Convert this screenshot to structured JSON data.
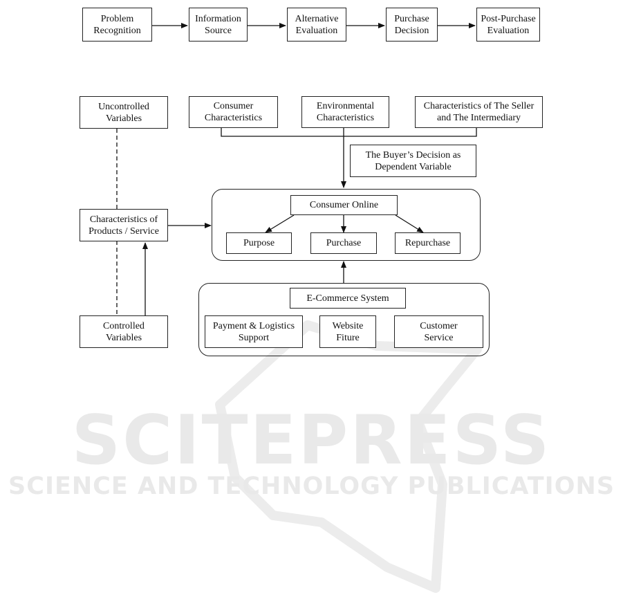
{
  "watermark": {
    "main": "SCITEPRESS",
    "sub": "SCIENCE AND TECHNOLOGY PUBLICATIONS"
  },
  "process": {
    "step1": "Problem\nRecognition",
    "step2": "Information\nSource",
    "step3": "Alternative\nEvaluation",
    "step4": "Purchase\nDecision",
    "step5": "Post-Purchase\nEvaluation"
  },
  "model": {
    "uncontrolled": "Uncontrolled\nVariables",
    "consumer_characteristics": "Consumer\nCharacteristics",
    "environmental_characteristics": "Environmental\nCharacteristics",
    "seller_characteristics": "Characteristics of The Seller\nand The Intermediary",
    "buyer_decision": "The Buyer’s Decision as\nDependent Variable",
    "product_characteristics": "Characteristics of\nProducts / Service",
    "consumer_online": "Consumer Online",
    "purpose": "Purpose",
    "purchase": "Purchase",
    "repurchase": "Repurchase",
    "controlled": "Controlled\nVariables",
    "ecommerce": "E-Commerce System",
    "payment": "Payment & Logistics\nSupport",
    "website": "Website\nFiture",
    "customer_service": "Customer\nService"
  }
}
